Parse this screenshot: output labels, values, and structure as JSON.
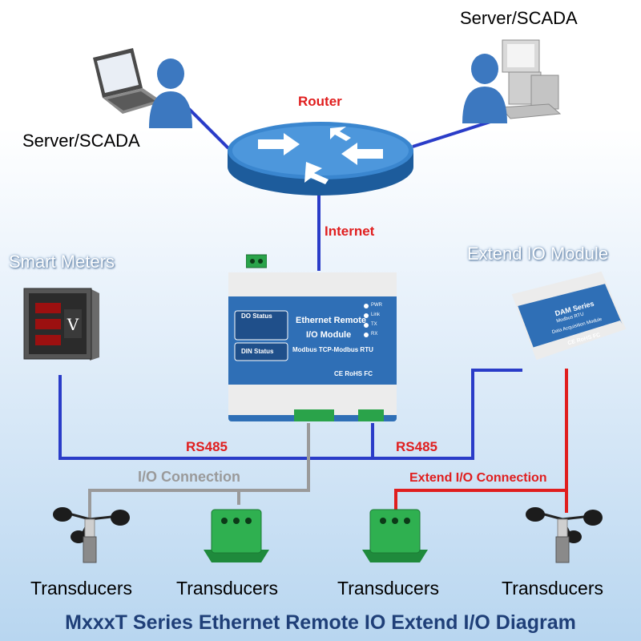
{
  "labels": {
    "server_left": "Server/SCADA",
    "server_right": "Server/SCADA",
    "router": "Router",
    "internet": "Internet",
    "smart_meters": "Smart Meters",
    "extend_module": "Extend IO Module",
    "rs485_left": "RS485",
    "rs485_right": "RS485",
    "io_connection": "I/O Connection",
    "extend_io_connection": "Extend I/O Connection",
    "transducers": [
      "Transducers",
      "Transducers",
      "Transducers",
      "Transducers"
    ]
  },
  "main_module": {
    "line1": "Ethernet Remote",
    "line2": "I/O Module",
    "line3": "Modbus TCP-Modbus RTU",
    "do_status": "DO Status",
    "din_status": "DIN Status",
    "cert": "CE RoHS FC",
    "indicators": [
      "PWR",
      "Link",
      "TX",
      "RX"
    ]
  },
  "extend_device": {
    "series": "DAM Series",
    "line1": "Modbus RTU",
    "line2": "Data Acquisition Module",
    "cert": "CE RoHS FC"
  },
  "title": "MxxxT Series Ethernet Remote IO Extend I/O Diagram",
  "colors": {
    "network_line": "#2a3cc8",
    "io_line": "#9a9a9a",
    "extend_line": "#e01e1e",
    "title": "#1f3f78"
  }
}
